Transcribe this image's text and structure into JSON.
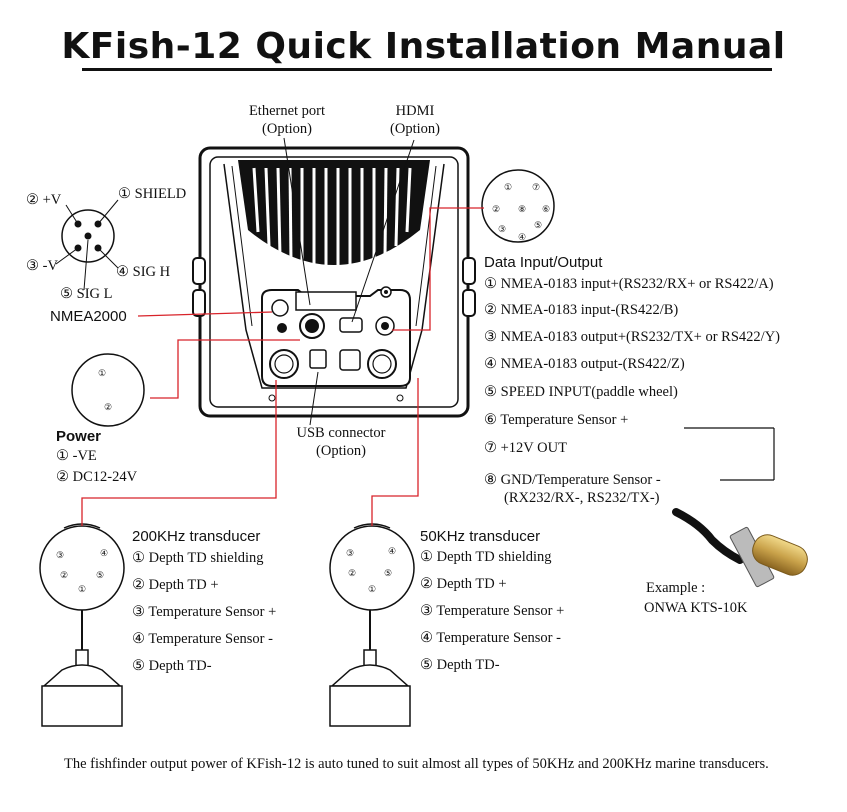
{
  "title": "KFish-12 Quick Installation Manual",
  "ethernet": {
    "line1": "Ethernet port",
    "line2": "(Option)"
  },
  "hdmi": {
    "line1": "HDMI",
    "line2": "(Option)"
  },
  "usb": {
    "line1": "USB connector",
    "line2": "(Option)"
  },
  "nmea2000": {
    "label": "NMEA2000",
    "pins": {
      "p1": "① SHIELD",
      "p2": "② +V",
      "p3": "③ -V",
      "p4": "④ SIG H",
      "p5": "⑤ SIG L"
    }
  },
  "power": {
    "heading": "Power",
    "items": [
      "① -VE",
      "② DC12-24V"
    ],
    "pin_marks": [
      "①",
      "②"
    ]
  },
  "data_io": {
    "heading": "Data Input/Output",
    "items": [
      "① NMEA-0183 input+(RS232/RX+ or RS422/A)",
      "② NMEA-0183 input-(RS422/B)",
      "③ NMEA-0183 output+(RS232/TX+ or RS422/Y)",
      "④ NMEA-0183 output-(RS422/Z)",
      "⑤ SPEED INPUT(paddle wheel)",
      "⑥ Temperature Sensor +",
      "⑦ +12V OUT",
      "⑧ GND/Temperature Sensor -"
    ],
    "item8_cont": "(RX232/RX-, RS232/TX-)",
    "pin_marks": [
      "①",
      "②",
      "③",
      "④",
      "⑤",
      "⑥",
      "⑦",
      "⑧"
    ]
  },
  "example": {
    "line1": "Example :",
    "line2": "ONWA  KTS-10K"
  },
  "transducer_200": {
    "heading": "200KHz transducer",
    "items": [
      "① Depth TD shielding",
      "② Depth TD +",
      "③ Temperature Sensor +",
      "④ Temperature Sensor -",
      "⑤ Depth TD-"
    ],
    "pin_marks": [
      "①",
      "②",
      "③",
      "④",
      "⑤"
    ]
  },
  "transducer_50": {
    "heading": "50KHz transducer",
    "items": [
      "① Depth TD shielding",
      "② Depth TD +",
      "③ Temperature Sensor +",
      "④ Temperature Sensor -",
      "⑤ Depth TD-"
    ],
    "pin_marks": [
      "①",
      "②",
      "③",
      "④",
      "⑤"
    ]
  },
  "footer": "The fishfinder output power of KFish-12 is auto tuned to suit almost all types of 50KHz and 200KHz marine transducers.",
  "colors": {
    "line_red": "#d8232a",
    "text": "#111111",
    "brass": "#c9a24a"
  }
}
